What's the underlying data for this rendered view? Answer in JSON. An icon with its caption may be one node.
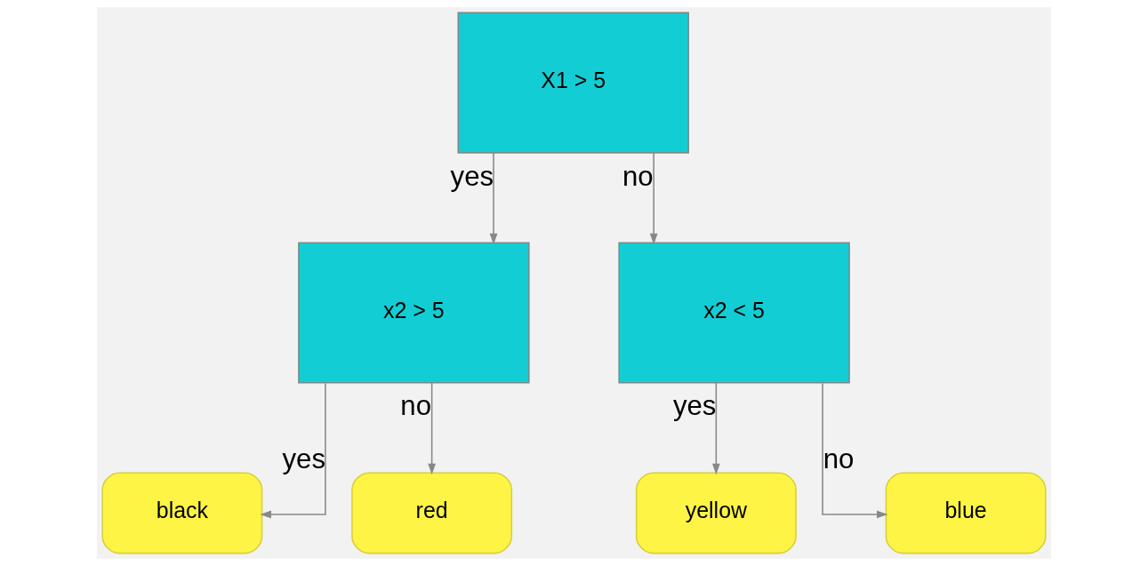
{
  "diagram": {
    "nodes": [
      {
        "text": [
          "X1 > 5"
        ]
      },
      {
        "text": [
          "x2 > 5"
        ]
      },
      {
        "text": [
          "x2 < 5"
        ]
      },
      {
        "text": [
          "black"
        ]
      },
      {
        "text": [
          "red"
        ]
      },
      {
        "text": [
          "yellow"
        ]
      },
      {
        "text": [
          "blue"
        ]
      }
    ],
    "edges": [
      {
        "from": 0,
        "to": 1,
        "arrow": "to",
        "label": "yes"
      },
      {
        "from": 0,
        "to": 2,
        "arrow": "to",
        "label": "no"
      },
      {
        "from": 1,
        "to": 3,
        "arrow": "to",
        "label": "yes"
      },
      {
        "from": 1,
        "to": 4,
        "arrow": "to",
        "label": "no"
      },
      {
        "from": 2,
        "to": 5,
        "arrow": "to",
        "label": "yes"
      },
      {
        "from": 2,
        "to": 6,
        "arrow": "to",
        "label": "no"
      }
    ]
  }
}
